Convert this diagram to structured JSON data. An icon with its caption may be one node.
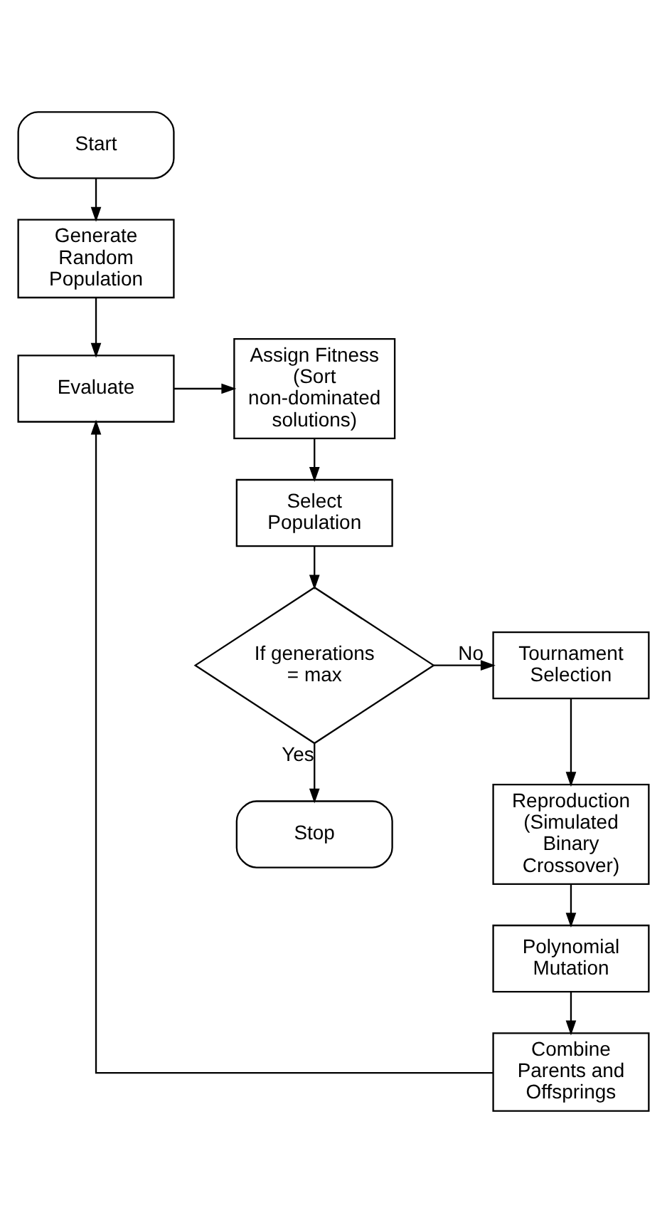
{
  "diagram": {
    "nodes": [
      {
        "text": [
          "Start"
        ]
      },
      {
        "text": [
          "Generate Random Population"
        ]
      },
      {
        "text": [
          "Evaluate"
        ]
      },
      {
        "text": [
          "Assign Fitness (Sort non-dominated solutions)"
        ]
      },
      {
        "text": [
          "Select Population"
        ]
      },
      {
        "text": [
          "If generations = max"
        ]
      },
      {
        "text": [
          "Tournament Selection"
        ]
      },
      {
        "text": [
          "Reproduction (Simulated Binary Crossover)"
        ]
      },
      {
        "text": [
          "Polynomial Mutation"
        ]
      },
      {
        "text": [
          "Combine Parents and Offsprings"
        ]
      },
      {
        "text": [
          "Stop"
        ]
      }
    ],
    "edges": [
      {
        "from": 0,
        "to": 1,
        "arrow": "to"
      },
      {
        "from": 1,
        "to": 2,
        "arrow": "to"
      },
      {
        "from": 2,
        "to": 3,
        "arrow": "to"
      },
      {
        "from": 3,
        "to": 4,
        "arrow": "to"
      },
      {
        "from": 4,
        "to": 5,
        "arrow": "to"
      },
      {
        "from": 5,
        "to": 6,
        "label": "No",
        "arrow": "to"
      },
      {
        "from": 6,
        "to": 7,
        "arrow": "to"
      },
      {
        "from": 7,
        "to": 8,
        "arrow": "to"
      },
      {
        "from": 8,
        "to": 9,
        "arrow": "to"
      },
      {
        "from": 9,
        "to": 2,
        "arrow": "to"
      },
      {
        "from": 5,
        "to": 10,
        "label": "Yes",
        "arrow": "to"
      }
    ]
  }
}
